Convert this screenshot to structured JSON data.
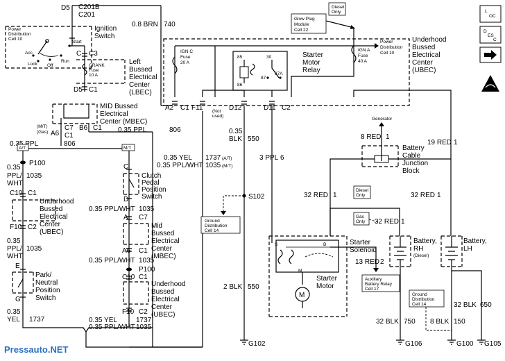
{
  "watermark": "Pressauto.NET",
  "top_left": {
    "connector_d5": "D5",
    "c201b": "C201B",
    "c201": "C201",
    "power_dist_cell10": [
      "Power",
      "Distribution",
      "Cell 10"
    ],
    "ignition_switch": [
      "Ignition",
      "Switch"
    ],
    "acc": "Acc",
    "lock": "Lock",
    "off": "Off",
    "start": "Start",
    "run": "Run",
    "c": "C",
    "c3": "C3",
    "crank_fuse": [
      "CRANK",
      "Fuse",
      "10 A"
    ],
    "lbec": [
      "Left",
      "Bussed",
      "Electrical",
      "Center",
      "(LBEC)"
    ],
    "d5": "D5",
    "c1": "C1"
  },
  "brn_wire": {
    "gauge": "0.8 BRN",
    "circuit": "740"
  },
  "mbec_top": {
    "label": [
      "MID Bussed",
      "Electrical",
      "Center (MBEC)"
    ],
    "mt": "(M/T)",
    "gas": "(Gas)",
    "a6": "A6",
    "c7": "C7",
    "c1": "C1",
    "b6": "B6",
    "c1b": "C1",
    "wire": "0.35 PPL",
    "circuit": "806"
  },
  "left_chain": {
    "ppl_806": "0.35 PPL",
    "ppl_806_c": "806",
    "at_badge": "A/T",
    "mt_badge": "M/T",
    "p100": "P100",
    "ppl_wht_1": [
      "0.35",
      "PPL/",
      "WHT"
    ],
    "ppl_wht_1_c": "1035",
    "c10": "C10",
    "c1a": "C1",
    "f10": "F10",
    "c2": "C2",
    "ubec": [
      "Underhood",
      "Bussed",
      "Electrical",
      "Center",
      "(UBEC)"
    ],
    "ppl_wht_2": [
      "0.35",
      "PPL/",
      "WHT"
    ],
    "ppl_wht_2_c": "1035",
    "e": "E",
    "g": "G",
    "pnp": [
      "Park/",
      "Neutral",
      "Position",
      "Switch"
    ],
    "yel": [
      "0.35",
      "YEL"
    ],
    "yel_c": "1737"
  },
  "middle_chain": {
    "yel_wire": "0.35 YEL",
    "yel_c": "1737",
    "yel_tag": "(A/T)",
    "pplwht_wire": "0.35 PPL/WHT",
    "pplwht_c": "1035",
    "pplwht_tag": "(M/T)",
    "c": "C",
    "d": "D",
    "clutch": [
      "Clutch",
      "Pedal",
      "Position",
      "Switch"
    ],
    "pw1": "0.35 PPL/WHT",
    "pw1_c": "1035",
    "a": "A",
    "c7": "C7",
    "a6": "A6",
    "c1": "C1",
    "mbec": [
      "Mid",
      "Bussed",
      "Electrical",
      "Center",
      "(MBEC)"
    ],
    "pw2": "0.35 PPL/WHT",
    "pw2_c": "1035",
    "p100": "P100",
    "c10": "C10",
    "c1b": "C1",
    "ubec": [
      "Underhood",
      "Bussed",
      "Electrical",
      "Center",
      "(UBEC)"
    ],
    "f10": "F10",
    "c2": "C2",
    "yel_bottom": "0.35 YEL",
    "yel_bottom_c": "1737",
    "pw_bottom": "0.35 PPL/WHT",
    "pw_bottom_c": "1035"
  },
  "ubec_box": {
    "glow_plug": [
      "Glow Plug",
      "Module",
      "Cell 22"
    ],
    "diesel_only": [
      "Diesel",
      "Only"
    ],
    "power_dist": [
      "Power",
      "Distribution",
      "Cell 10"
    ],
    "title": [
      "Underhood",
      "Bussed",
      "Electrical",
      "Center",
      "(UBEC)"
    ],
    "ign_c_fuse": [
      "IGN C",
      "Fuse",
      "20 A"
    ],
    "ign_a_fuse": [
      "IGN A",
      "Fuse",
      "40 A"
    ],
    "relay_pins": [
      "85",
      "30",
      "86",
      "87",
      "87A"
    ],
    "relay_label": [
      "Starter",
      "Motor",
      "Relay"
    ],
    "conn": [
      "A2",
      "C1",
      "F11",
      "D12",
      "D11",
      "C2"
    ],
    "not_used": [
      "(Not",
      "used)"
    ]
  },
  "center_wires": {
    "blk1": [
      "0.35",
      "BLK"
    ],
    "blk1_c": "550",
    "s102": "S102",
    "ground_cell14": [
      "Ground",
      "Distribution",
      "Cell 14"
    ],
    "blk2": "2 BLK",
    "blk2_c": "550",
    "g102": "G102",
    "ppl3": "3 PPL",
    "ppl3_c": "6"
  },
  "right_area": {
    "generator": "Generator",
    "red8": "8 RED",
    "red8_c": "1",
    "junction": [
      "Battery",
      "Cable",
      "Junction",
      "Block"
    ],
    "red19": "19 RED",
    "red19_c": "1",
    "red32a": "32 RED",
    "red32a_c": "1",
    "red32b": "32 RED",
    "red32b_c": "1",
    "diesel_only": [
      "Diesel",
      "Only"
    ],
    "gas_only": [
      "Gas",
      "Only"
    ],
    "red32c": "32 RED",
    "red32c_c": "1",
    "s": "S",
    "b": "B",
    "m": "M",
    "solenoid": [
      "Starter",
      "Solenoid"
    ],
    "starter_motor": [
      "Starter",
      "Motor"
    ],
    "motor": "M",
    "red13": "13 RED",
    "red13_c": "2",
    "aux_relay": [
      "Auxiliary",
      "Battery Relay",
      "Cell 17"
    ],
    "battery_rh": [
      "Battery,",
      "RH"
    ],
    "battery_rh_tag": "(Diesel)",
    "battery_lh": [
      "Battery,",
      "LH"
    ],
    "ground_cell14": [
      "Ground",
      "Distribution",
      "Cell 14"
    ],
    "blk32": "32 BLK",
    "blk32_c": "750",
    "blk8": "8 BLK",
    "blk8_c": "150",
    "blk32b": "32 BLK",
    "blk32b_c": "650",
    "g106": "G106",
    "g100": "G100",
    "g105": "G105"
  },
  "legend_icons": {
    "loc": [
      "L",
      "OC"
    ],
    "desc": [
      "D",
      "ES",
      "C"
    ]
  }
}
